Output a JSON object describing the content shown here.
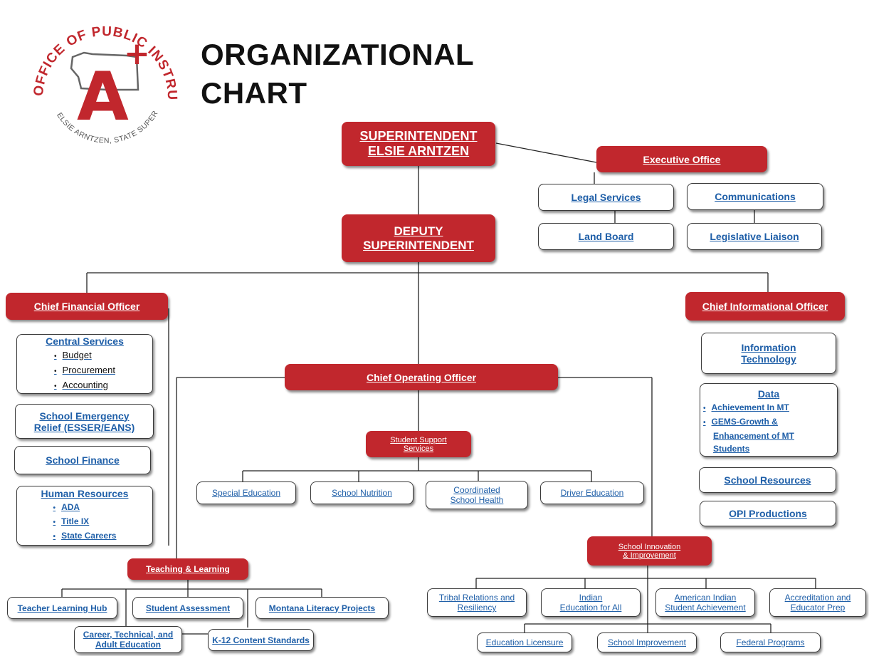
{
  "logo": {
    "ring_text": "OFFICE OF PUBLIC INSTRUCTION",
    "bottom_text": "ELSIE ARNTZEN, STATE SUPERINTENDENT",
    "mark": "A+",
    "color": "#c1272d"
  },
  "title": {
    "line1": "ORGANIZATIONAL",
    "line2": "CHART"
  },
  "nodes": {
    "superintendent": {
      "line1": "SUPERINTENDENT",
      "line2": "ELSIE ARNTZEN"
    },
    "deputy": {
      "line1": "DEPUTY",
      "line2": "SUPERINTENDENT"
    },
    "executive_office": "Executive Office",
    "legal_services": "Legal Services",
    "communications": "Communications",
    "land_board": "Land Board",
    "legislative_liaison": "Legislative Liaison",
    "cfo": "Chief Financial Officer",
    "cio": "Chief Informational Officer",
    "coo": "Chief Operating Officer",
    "central_services": {
      "label": "Central Services",
      "items": [
        "Budget",
        "Procurement",
        "Accounting"
      ]
    },
    "esser": {
      "line1": "School Emergency",
      "line2": "Relief (ESSER/EANS)"
    },
    "school_finance": "School Finance",
    "human_resources": {
      "label": "Human Resources",
      "items": [
        "ADA",
        "Title IX",
        "State Careers"
      ]
    },
    "information_technology": {
      "line1": "Information",
      "line2": "Technology"
    },
    "data": {
      "label": "Data",
      "items": [
        "Achievement In MT",
        "GEMS-Growth & Enhancement of MT Students"
      ]
    },
    "school_resources": "School Resources",
    "opi_productions": "OPI Productions",
    "student_support": {
      "line1": "Student Support",
      "line2": "Services"
    },
    "special_education": "Special Education",
    "school_nutrition": "School Nutrition",
    "coordinated_health": {
      "line1": "Coordinated",
      "line2": "School Health"
    },
    "driver_education": "Driver Education",
    "teaching_learning": "Teaching & Learning",
    "teacher_hub": "Teacher Learning Hub",
    "student_assessment": "Student Assessment",
    "literacy_projects": "Montana Literacy Projects",
    "career_technical": {
      "line1": "Career, Technical, and",
      "line2": "Adult Education"
    },
    "k12_standards": "K-12 Content Standards",
    "school_innovation": {
      "line1": "School Innovation",
      "line2": "& Improvement"
    },
    "tribal_relations": {
      "line1": "Tribal Relations and",
      "line2": "Resiliency"
    },
    "indian_education": {
      "line1": "Indian",
      "line2": "Education for All"
    },
    "american_indian": {
      "line1": "American Indian",
      "line2": "Student Achievement"
    },
    "accreditation": {
      "line1": "Accreditation and",
      "line2": "Educator Prep"
    },
    "education_licensure": "Education Licensure",
    "school_improvement": "School Improvement",
    "federal_programs": "Federal Programs"
  },
  "colors": {
    "box_red": "#c1272d",
    "link_blue": "#1f5fa8",
    "line": "#222222"
  }
}
